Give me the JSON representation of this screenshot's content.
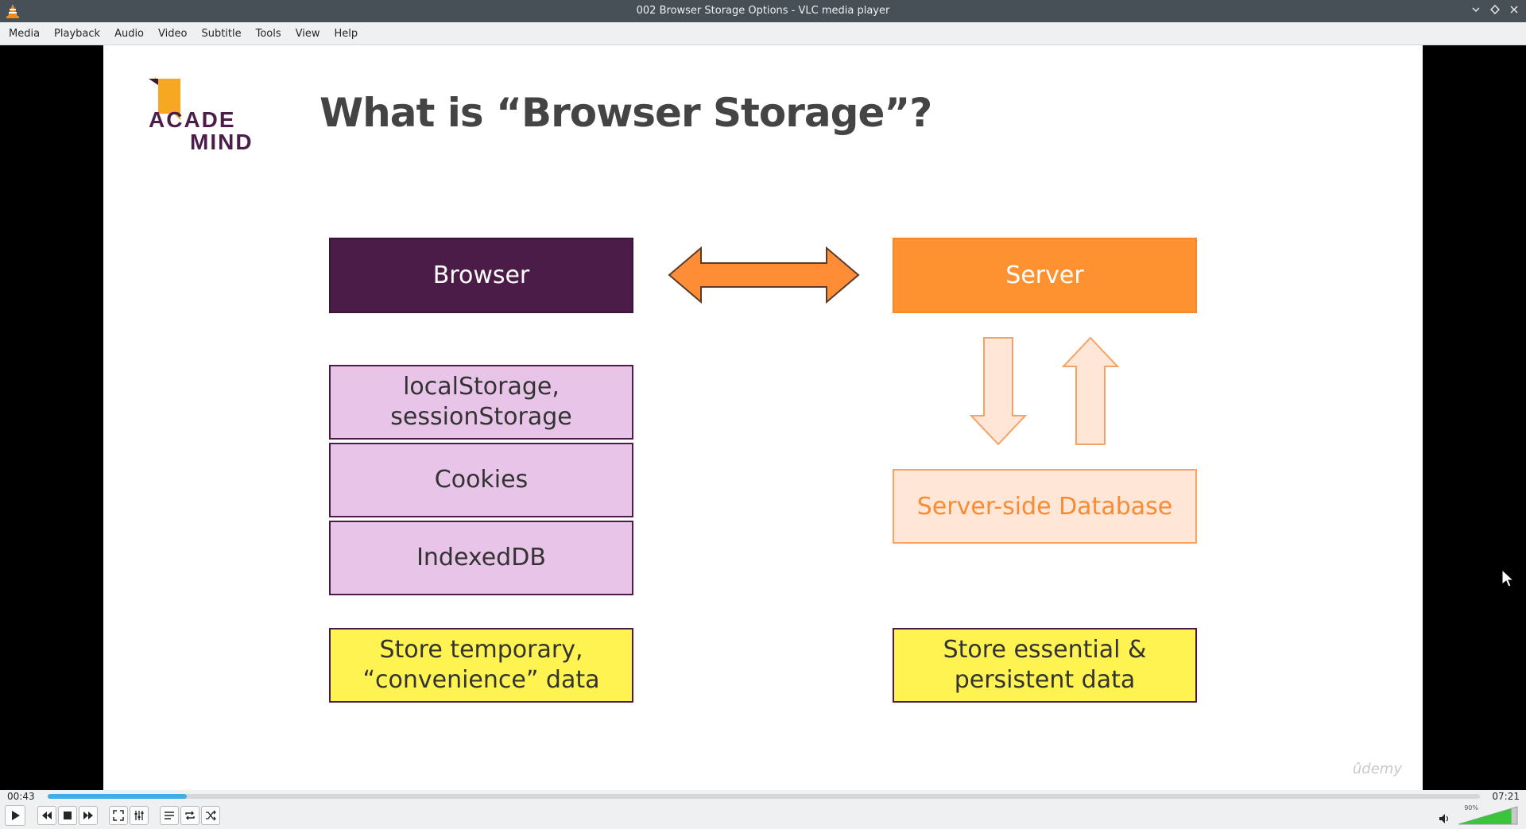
{
  "window": {
    "title": "002 Browser Storage Options - VLC media player"
  },
  "menu": [
    "Media",
    "Playback",
    "Audio",
    "Video",
    "Subtitle",
    "Tools",
    "View",
    "Help"
  ],
  "slide": {
    "logo": {
      "line1": "ACADE",
      "line2": "MIND"
    },
    "title": "What is “Browser Storage”?",
    "browser": "Browser",
    "server": "Server",
    "storage_items": [
      "localStorage, sessionStorage",
      "Cookies",
      "IndexedDB"
    ],
    "database": "Server-side Database",
    "browser_note": "Store temporary, “convenience” data",
    "server_note": "Store essential & persistent data",
    "watermark": "ûdemy",
    "colors": {
      "browser": "#4b1c47",
      "server": "#fe9231",
      "storage": "#e8c4e9",
      "database": "#ffe6d6",
      "note": "#fef350"
    }
  },
  "player": {
    "elapsed": "00:43",
    "total": "07:21",
    "progress": 0.097,
    "volume_label": "90%",
    "volume": 0.9,
    "accent": "#3daee9",
    "buttons": [
      "play-icon",
      "previous-icon",
      "stop-icon",
      "next-icon",
      "fullscreen-icon",
      "extended-settings-icon",
      "playlist-icon",
      "loop-icon",
      "shuffle-icon"
    ]
  }
}
